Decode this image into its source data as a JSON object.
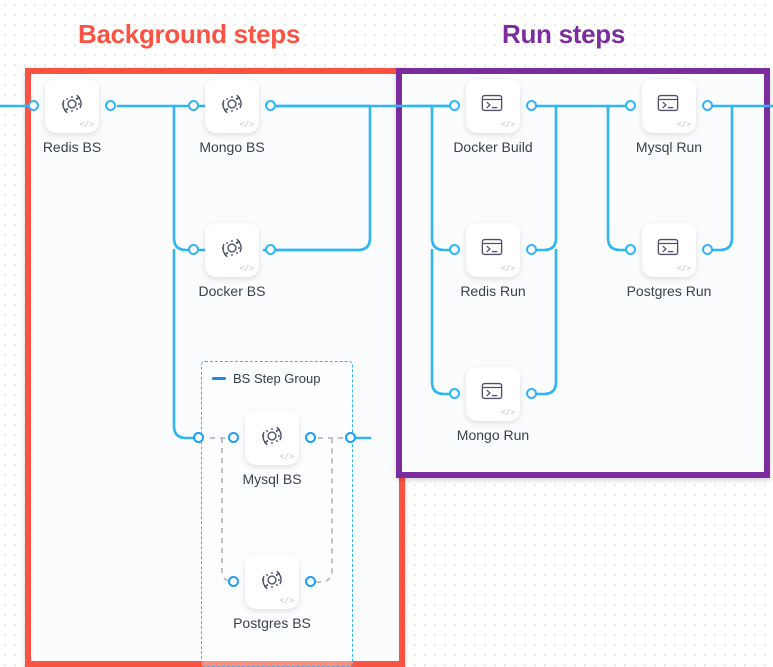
{
  "sections": [
    {
      "id": "background",
      "title": "Background steps",
      "color": "#fa5343"
    },
    {
      "id": "run",
      "title": "Run steps",
      "color": "#7b2d9e"
    }
  ],
  "group": {
    "label": "BS Step Group",
    "collapse_icon": "minus-icon",
    "border_color": "#2fb5f3"
  },
  "nodes": [
    {
      "id": "redis-bs",
      "label": "Redis BS",
      "icon": "gear-sync-icon",
      "code_badge": "</>",
      "section": "background"
    },
    {
      "id": "mongo-bs",
      "label": "Mongo BS",
      "icon": "gear-sync-icon",
      "code_badge": "</>",
      "section": "background"
    },
    {
      "id": "docker-bs",
      "label": "Docker BS",
      "icon": "gear-sync-icon",
      "code_badge": "</>",
      "section": "background"
    },
    {
      "id": "mysql-bs",
      "label": "Mysql BS",
      "icon": "gear-sync-icon",
      "code_badge": "</>",
      "section": "background"
    },
    {
      "id": "postgres-bs",
      "label": "Postgres BS",
      "icon": "gear-sync-icon",
      "code_badge": "</>",
      "section": "background"
    },
    {
      "id": "docker-build",
      "label": "Docker Build",
      "icon": "terminal-icon",
      "code_badge": "</>",
      "section": "run"
    },
    {
      "id": "mysql-run",
      "label": "Mysql Run",
      "icon": "terminal-icon",
      "code_badge": "</>",
      "section": "run"
    },
    {
      "id": "redis-run",
      "label": "Redis Run",
      "icon": "terminal-icon",
      "code_badge": "</>",
      "section": "run"
    },
    {
      "id": "postgres-run",
      "label": "Postgres Run",
      "icon": "terminal-icon",
      "code_badge": "</>",
      "section": "run"
    },
    {
      "id": "mongo-run",
      "label": "Mongo Run",
      "icon": "terminal-icon",
      "code_badge": "</>",
      "section": "run"
    }
  ],
  "colors": {
    "wire": "#2fb5f3",
    "wire_dashed": "#9aa1ad",
    "port_stroke": "#2fb5f3",
    "canvas_dot": "#e3e6ea",
    "node_label": "#39414d"
  }
}
